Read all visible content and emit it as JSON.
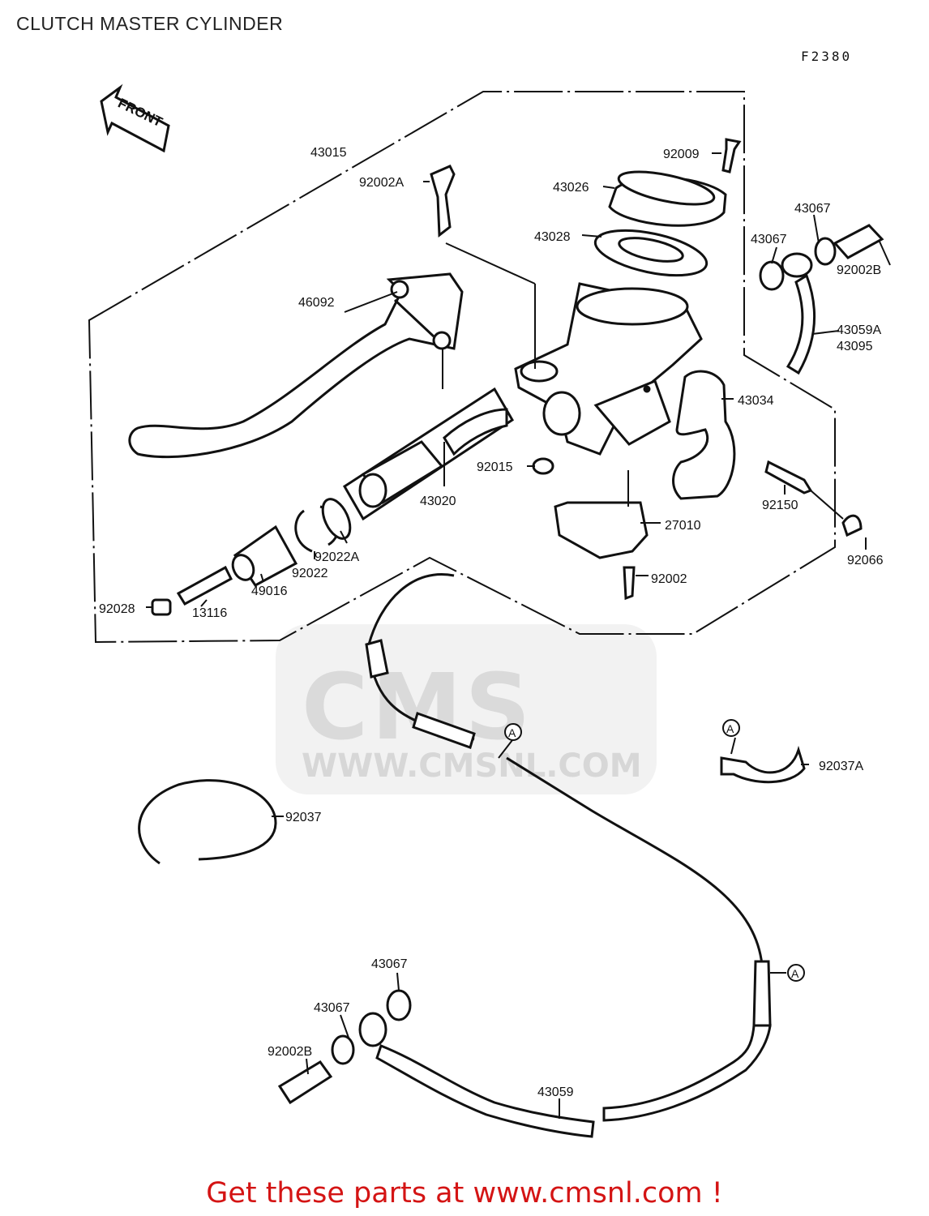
{
  "title": "CLUTCH MASTER CYLINDER",
  "figure_code": "F2380",
  "front_arrow": "FRONT",
  "watermark": {
    "logo": "CMS",
    "url": "WWW.CMSNL.COM"
  },
  "promo": "Get these parts at www.cmsnl.com !",
  "callouts": {
    "43015": "43015",
    "92002A": "92002A",
    "46092": "46092",
    "43026": "43026",
    "43028": "43028",
    "92009": "92009",
    "43067a": "43067",
    "43067b": "43067",
    "92002B": "92002B",
    "43059A": "43059A",
    "43095": "43095",
    "43034": "43034",
    "92015": "92015",
    "43020": "43020",
    "92150": "92150",
    "27010": "27010",
    "92022A": "92022A",
    "92022": "92022",
    "49016": "49016",
    "92066": "92066",
    "92002": "92002",
    "92028": "92028",
    "13116": "13116",
    "A1": "A",
    "92037A": "92037A",
    "A2": "A",
    "92037": "92037",
    "A3": "A",
    "43067c": "43067",
    "43067d": "43067",
    "92002B2": "92002B",
    "43059": "43059"
  }
}
